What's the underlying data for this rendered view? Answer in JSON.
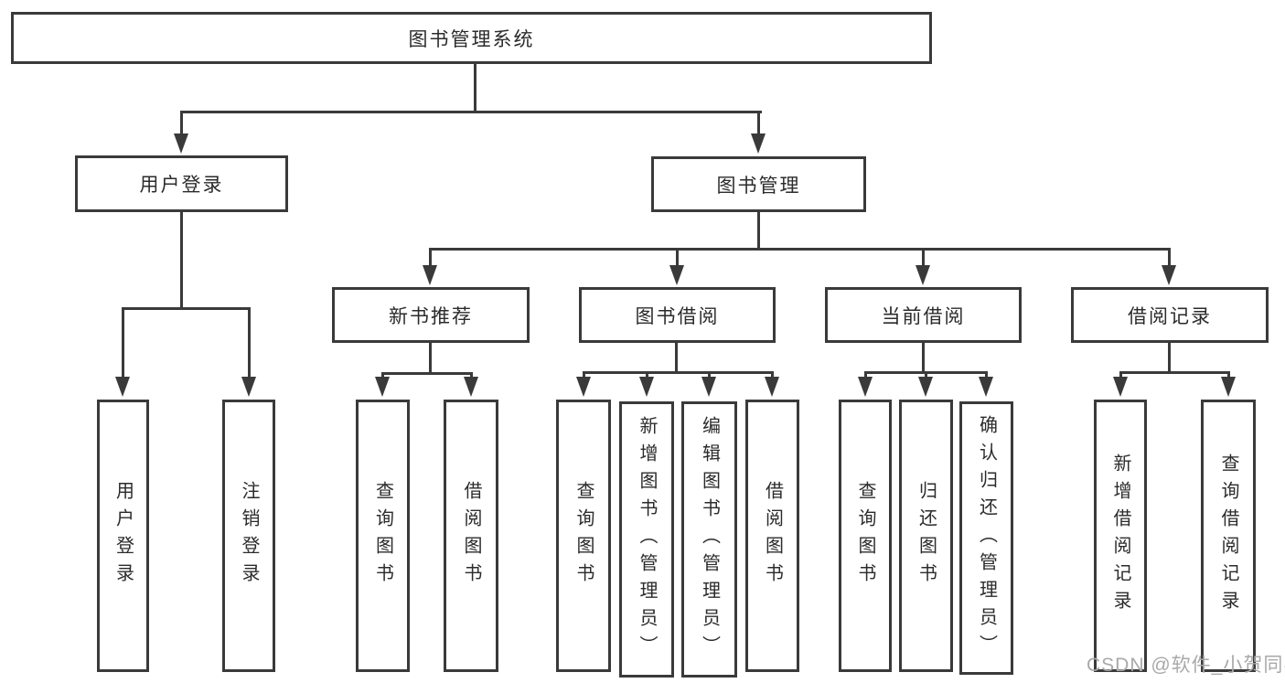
{
  "tree": {
    "label": "图书管理系统",
    "children": [
      {
        "label": "用户登录",
        "children": [
          {
            "label": "用户登录"
          },
          {
            "label": "注销登录"
          }
        ]
      },
      {
        "label": "图书管理",
        "children": [
          {
            "label": "新书推荐",
            "children": [
              {
                "label": "查询图书"
              },
              {
                "label": "借阅图书"
              }
            ]
          },
          {
            "label": "图书借阅",
            "children": [
              {
                "label": "查询图书"
              },
              {
                "label": "新增图书（管理员）"
              },
              {
                "label": "编辑图书（管理员）"
              },
              {
                "label": "借阅图书"
              }
            ]
          },
          {
            "label": "当前借阅",
            "children": [
              {
                "label": "查询图书"
              },
              {
                "label": "归还图书"
              },
              {
                "label": "确认归还（管理员）"
              }
            ]
          },
          {
            "label": "借阅记录",
            "children": [
              {
                "label": "新增借阅记录"
              },
              {
                "label": "查询借阅记录"
              }
            ]
          }
        ]
      }
    ]
  },
  "watermark": "CSDN @软件_小贺同学",
  "colors": {
    "line": "#3a3a3a",
    "text": "#2b2b2b",
    "watermark": "#a9a9a9",
    "background": "#ffffff"
  }
}
